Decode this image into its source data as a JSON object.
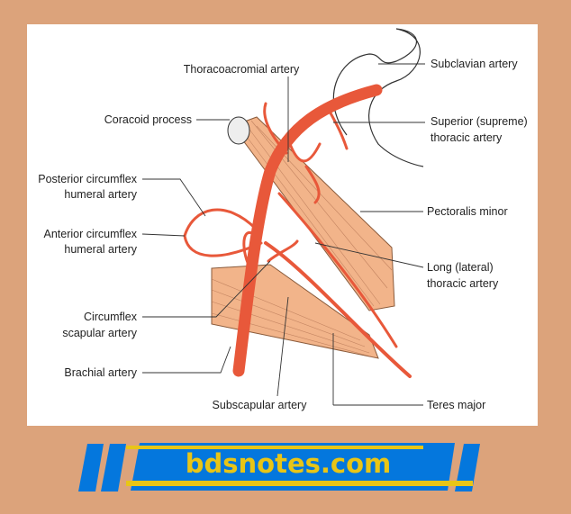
{
  "labels": {
    "thoracoacromial": "Thoracoacromial artery",
    "coracoid": "Coracoid process",
    "subclavian": "Subclavian artery",
    "superior_1": "Superior (supreme)",
    "superior_2": "thoracic artery",
    "pectoralis": "Pectoralis minor",
    "long_1": "Long (lateral)",
    "long_2": "thoracic artery",
    "post_circ_1": "Posterior circumflex",
    "post_circ_2": "humeral artery",
    "ant_circ_1": "Anterior circumflex",
    "ant_circ_2": "humeral artery",
    "circ_scap_1": "Circumflex",
    "circ_scap_2": "scapular artery",
    "brachial": "Brachial artery",
    "subscapular": "Subscapular artery",
    "teres": "Teres major"
  },
  "banner": {
    "text": "bdsnotes.com",
    "blue": "#0477dd",
    "yellow": "#e8c516"
  },
  "colors": {
    "background": "#dca37b",
    "artery": "#e8583a",
    "muscle": "#f2b48a"
  }
}
